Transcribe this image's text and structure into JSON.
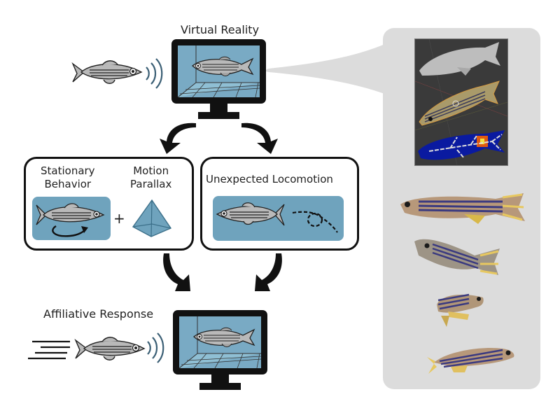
{
  "diagram": {
    "top": {
      "title": "Virtual Reality",
      "description": "Live fish views virtual fish on monitor"
    },
    "left_box": {
      "stationary_label_line1": "Stationary",
      "stationary_label_line2": "Behavior",
      "plus": "+",
      "parallax_label_line1": "Motion",
      "parallax_label_line2": "Parallax"
    },
    "right_box": {
      "title": "Unexpected Locomotion"
    },
    "bottom": {
      "title": "Affiliative Response"
    },
    "side_panel": {
      "render_panel": [
        "3D mesh model",
        "textured model with rig",
        "weight-painted skeleton"
      ],
      "photos": [
        "zebrafish photo 1",
        "zebrafish photo 2",
        "zebrafish photo 3",
        "zebrafish photo 4"
      ]
    },
    "colors": {
      "water": "#6fa3bd",
      "fish_body": "#b9b9b9",
      "panel_bg": "#dcdcdc",
      "outline": "#111111",
      "signal": "#3b5f75"
    }
  }
}
